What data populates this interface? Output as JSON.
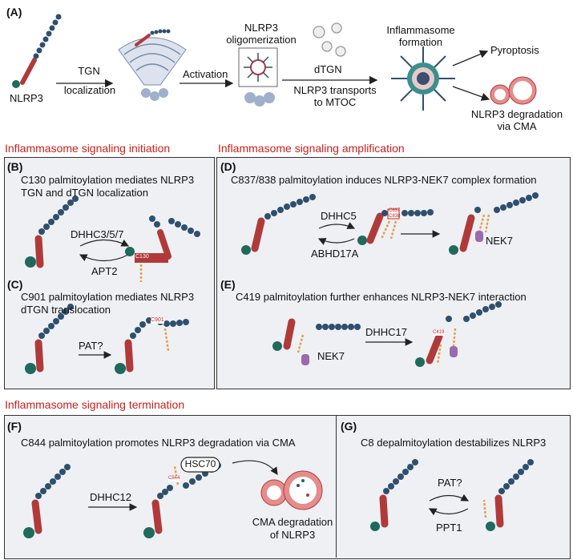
{
  "panelA": {
    "label": "(A)",
    "nlrp3": "NLRP3",
    "tgn_line1": "TGN",
    "tgn_line2": "localization",
    "activation": "Activation",
    "olig_line1": "NLRP3",
    "olig_line2": "oligomerization",
    "dtgn": "dTGN",
    "transport_line1": "NLRP3 transports",
    "transport_line2": "to MTOC",
    "infl_line1": "Inflammasome",
    "infl_line2": "formation",
    "pyroptosis": "Pyroptosis",
    "degr_line1": "NLRP3 degradation",
    "degr_line2": "via CMA"
  },
  "sections": {
    "initiation": "Inflammasome signaling initiation",
    "amplification": "Inflammasome signaling amplification",
    "termination": "Inflammasome signaling termination"
  },
  "panelB": {
    "label": "(B)",
    "title1": "C130 palmitoylation mediates NLRP3",
    "title2": "TGN and dTGN localization",
    "enzyme_fwd": "DHHC3/5/7",
    "enzyme_rev": "APT2",
    "site": "C130"
  },
  "panelC": {
    "label": "(C)",
    "title1": "C901 palmitoylation mediates NLRP3",
    "title2": "dTGN translocation",
    "enzyme": "PAT?",
    "site": "C901"
  },
  "panelD": {
    "label": "(D)",
    "title": "C837/838 palmitoylation induces NLRP3-NEK7 complex formation",
    "enzyme_fwd": "DHHC5",
    "enzyme_rev": "ABHD17A",
    "nek7": "NEK7",
    "site1": "C837",
    "site2": "C838"
  },
  "panelE": {
    "label": "(E)",
    "title": "C419 palmitoylation further enhances  NLRP3-NEK7 interaction",
    "enzyme": "DHHC17",
    "nek7": "NEK7",
    "site": "C419"
  },
  "panelF": {
    "label": "(F)",
    "title": "C844 palmitoylation promotes NLRP3 degradation via CMA",
    "enzyme": "DHHC12",
    "hsc70": "HSC70",
    "cma_line1": "CMA  degradation",
    "cma_line2": "of NLRP3",
    "site": "C844"
  },
  "panelG": {
    "label": "(G)",
    "title": "C8 depalmitoylation destabilizes NLRP3",
    "enzyme_fwd": "PAT?",
    "enzyme_rev": "PPT1"
  },
  "colors": {
    "lrr": "#2f4f6f",
    "nacht": "#b03a3a",
    "pyd": "#1f6a5c",
    "palm": "#e2a24a",
    "nek7": "#9a6aae",
    "section_title": "#c8201c",
    "panel_bg": "#eef0f4"
  }
}
